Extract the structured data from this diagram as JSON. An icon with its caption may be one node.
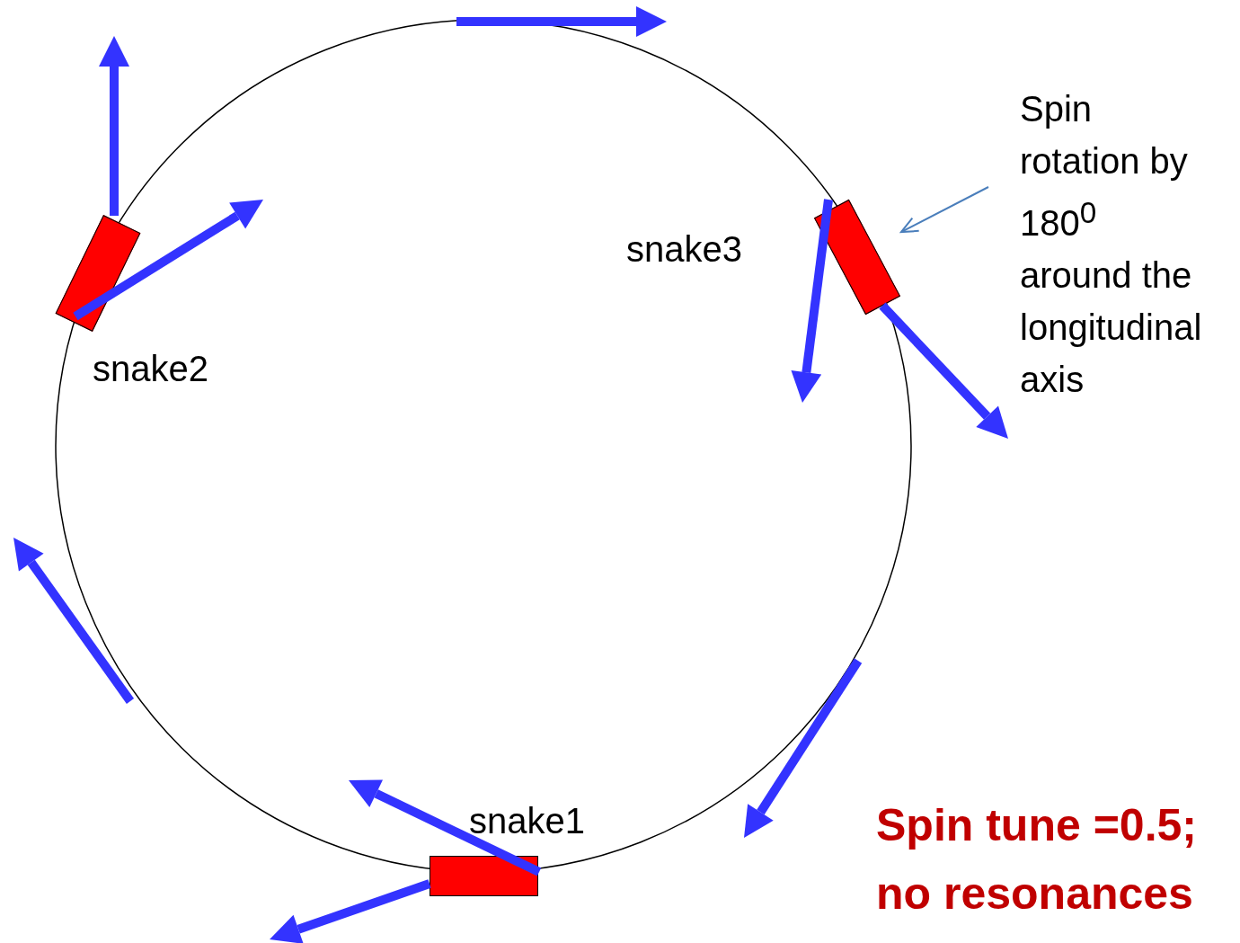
{
  "diagram": {
    "nodes": [
      {
        "text": [
          "Spin rotation by 180$^{0}$ around the longitudinal axis"
        ]
      },
      {
        "text": [],
        "shape": "box",
        "beside": [
          "snake3"
        ]
      },
      {
        "text": [],
        "shape": "box",
        "beside": [
          "snake2"
        ]
      },
      {
        "text": [],
        "shape": "box",
        "beside": [
          "snake1"
        ]
      }
    ],
    "edges": [
      {
        "from": 0,
        "to": 1,
        "arrow": "to"
      }
    ],
    "labels": [
      "Spin tune =0.5; no resonances"
    ]
  }
}
